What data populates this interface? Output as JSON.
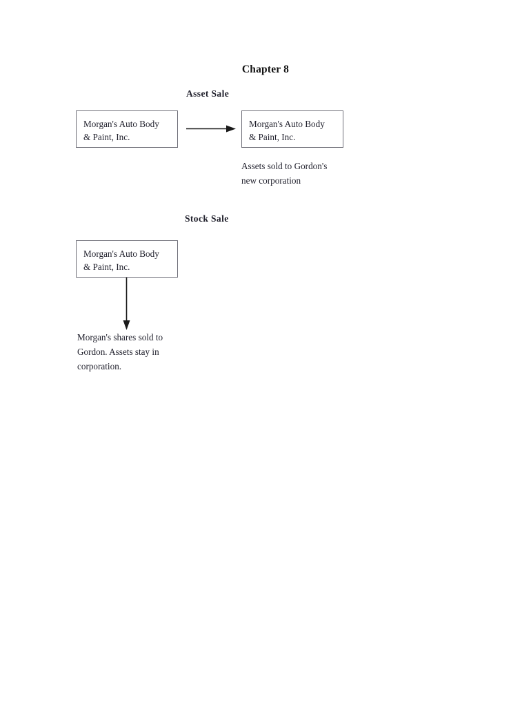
{
  "document": {
    "chapter_title": "Chapter 8",
    "page_background": "#ffffff",
    "text_color": "#22222e",
    "box_border_color": "#6e6e78",
    "arrow_color": "#1a1a1a"
  },
  "sections": {
    "asset_sale": {
      "heading": "Asset Sale",
      "origin_box": {
        "line1": "Morgan's Auto Body",
        "line2": "& Paint, Inc."
      },
      "target_box": {
        "line1": "Morgan's Auto Body",
        "line2": "& Paint, Inc."
      },
      "caption": {
        "line1": "Assets sold to Gordon's",
        "line2": "new corporation"
      }
    },
    "stock_sale": {
      "heading": "Stock Sale",
      "origin_box": {
        "line1": "Morgan's Auto Body",
        "line2": "& Paint, Inc."
      },
      "caption": {
        "line1": "Morgan's shares sold to",
        "line2": "Gordon. Assets stay in",
        "line3": "corporation."
      }
    }
  }
}
